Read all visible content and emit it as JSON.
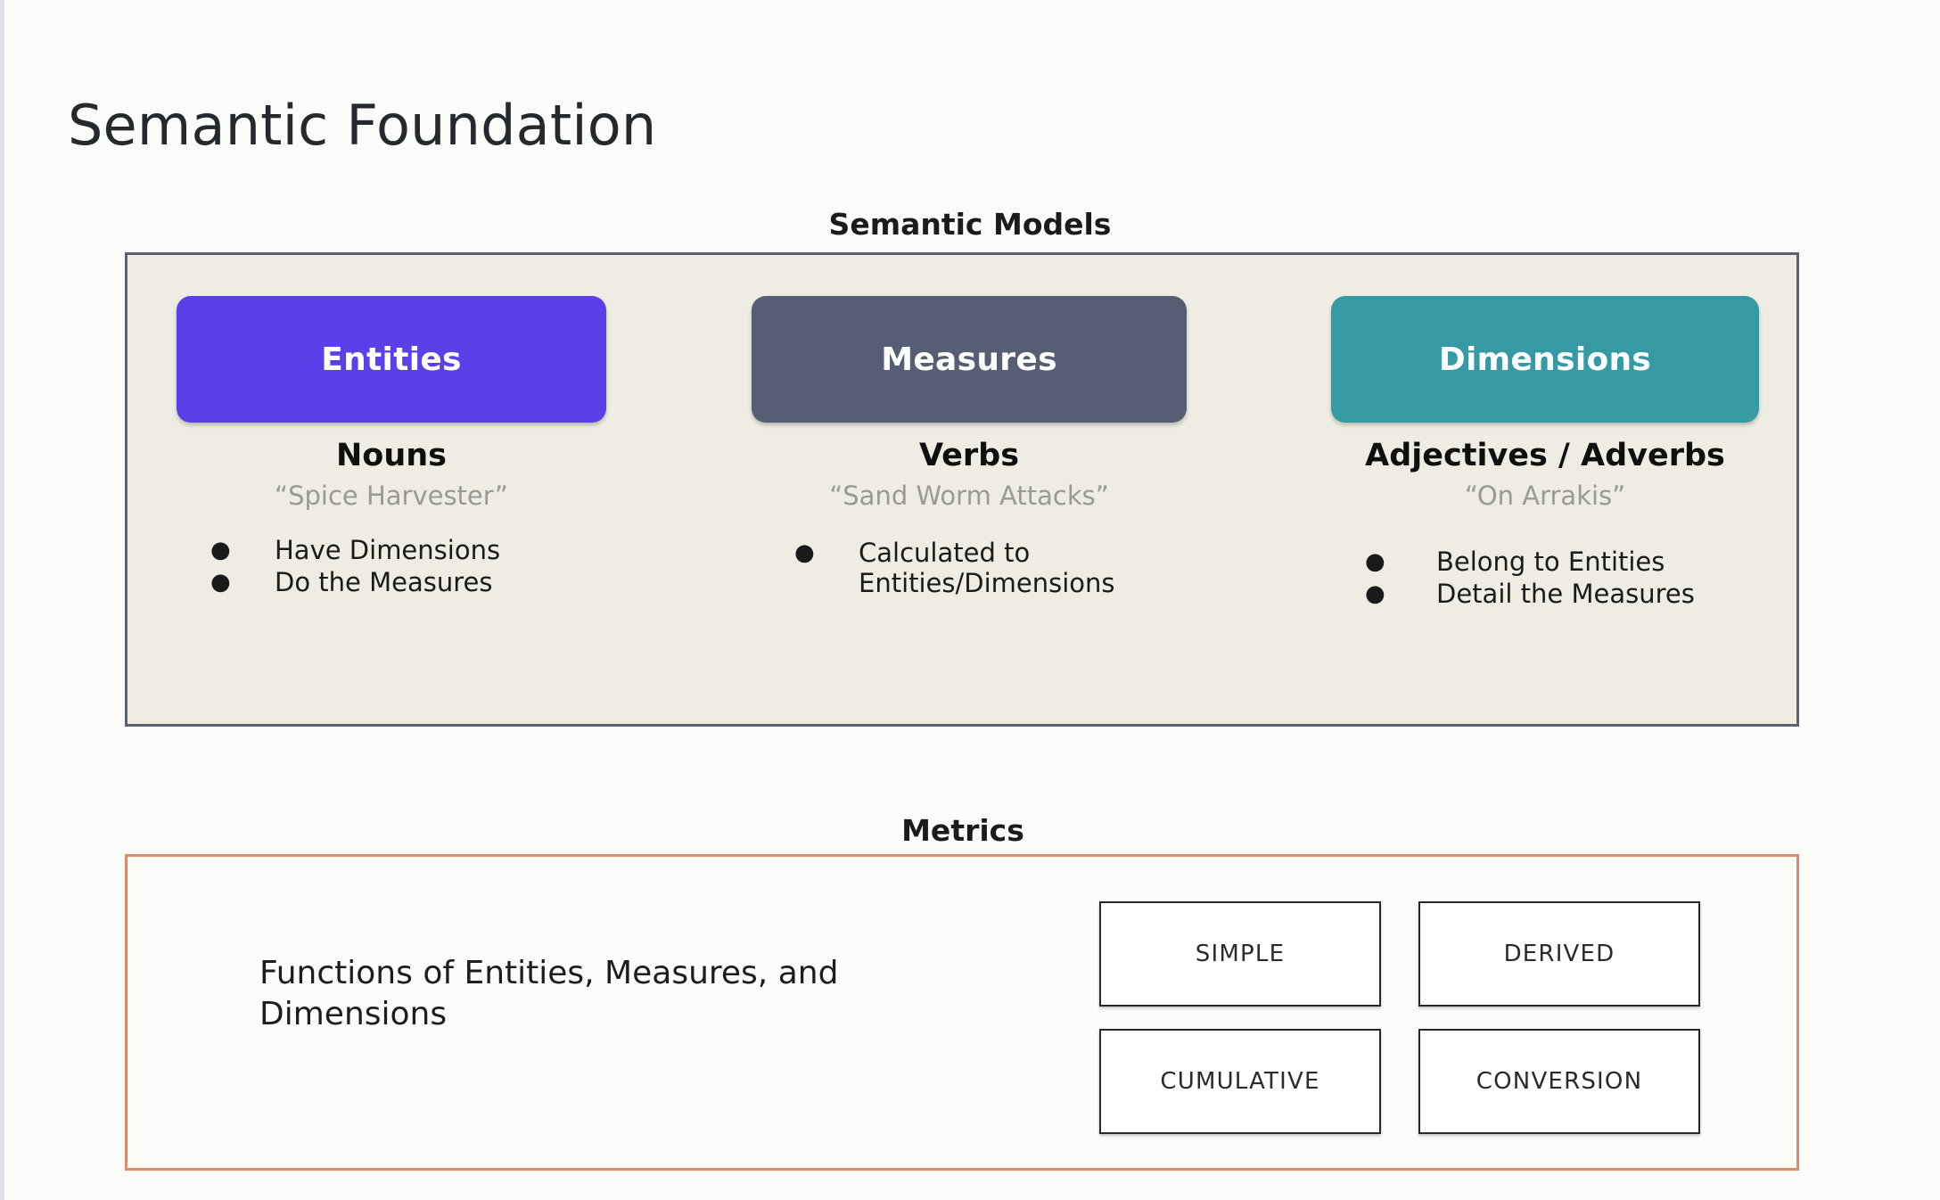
{
  "page": {
    "title": "Semantic Foundation",
    "background_color": "#fbfbfa"
  },
  "semantic_models": {
    "caption": "Semantic Models",
    "panel_bg": "#efede3",
    "panel_border": "#59626e",
    "columns": [
      {
        "chip_label": "Entities",
        "chip_color": "#5b3fe8",
        "part_of_speech": "Nouns",
        "example": "“Spice Harvester”",
        "bullets": [
          "Have Dimensions",
          "Do the Measures"
        ]
      },
      {
        "chip_label": "Measures",
        "chip_color": "#555e72",
        "part_of_speech": "Verbs",
        "example": "“Sand Worm Attacks”",
        "bullets": [
          "Calculated to\nEntities/Dimensions"
        ]
      },
      {
        "chip_label": "Dimensions",
        "chip_color": "#369aa5",
        "part_of_speech": "Adjectives / Adverbs",
        "example": "“On Arrakis”",
        "bullets": [
          "Belong to Entities",
          "Detail the Measures"
        ]
      }
    ]
  },
  "metrics": {
    "caption": "Metrics",
    "panel_border": "#e08a6a",
    "description": "Functions of Entities, Measures, and Dimensions",
    "cards": [
      {
        "label": "SIMPLE"
      },
      {
        "label": "DERIVED"
      },
      {
        "label": "CUMULATIVE"
      },
      {
        "label": "CONVERSION"
      }
    ]
  },
  "icons": {
    "bullet": "●"
  }
}
